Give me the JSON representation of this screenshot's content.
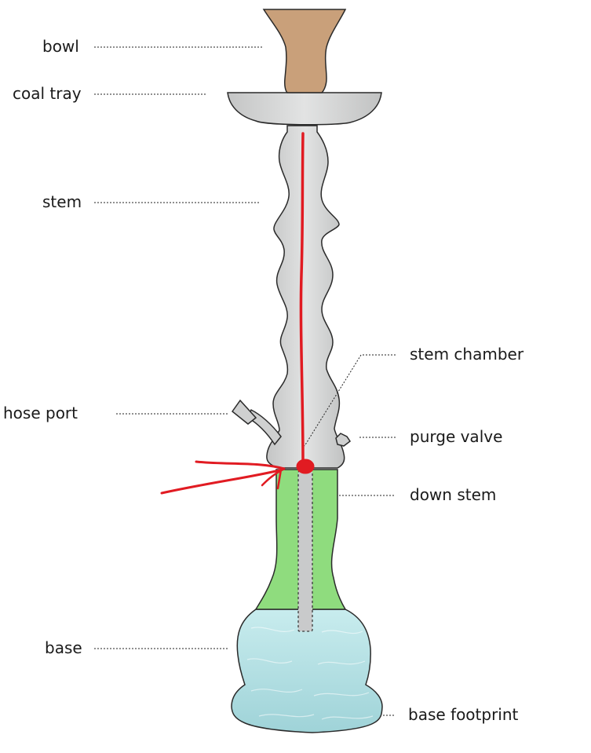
{
  "labels": {
    "bowl": "bowl",
    "coal_tray": "coal tray",
    "stem": "stem",
    "hose_port": "hose port",
    "base": "base",
    "stem_chamber": "stem chamber",
    "purge_valve": "purge valve",
    "down_stem": "down stem",
    "base_footprint": "base footprint"
  },
  "colors": {
    "bowl": "#c9a07a",
    "metal": "#d2d3d3",
    "glass_neck": "#8fdc7e",
    "water": "#b6e1e4",
    "smoke_path": "#e11b22",
    "outline": "#2a2a2a"
  }
}
